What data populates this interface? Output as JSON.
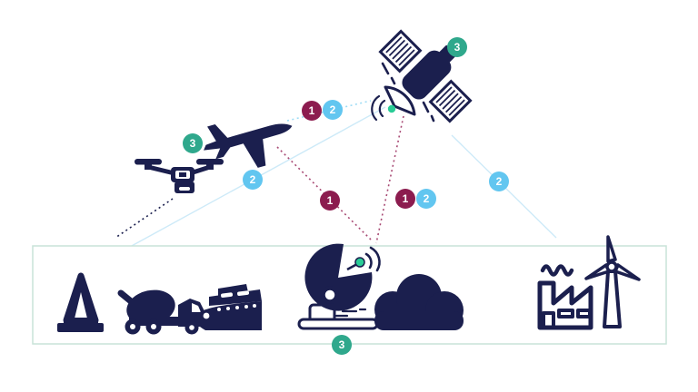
{
  "colors": {
    "navy": "#1b1f4e",
    "maroon": "#8c1c4f",
    "sky": "#62c6f0",
    "green": "#2fa88c",
    "green-dot": "#29cc96",
    "pale-line": "#cdeaf8",
    "sky-dot-line": "#9ddcf5",
    "maroon-dot-line": "#a84a74",
    "box-border": "#c9e3d9"
  },
  "badges": [
    {
      "id": "drone-segment",
      "label": "3",
      "type": "green"
    },
    {
      "id": "airplane-satellite-1",
      "label": "1",
      "type": "maroon"
    },
    {
      "id": "airplane-satellite-2",
      "label": "2",
      "type": "sky"
    },
    {
      "id": "box-satellite-2",
      "label": "2",
      "type": "sky"
    },
    {
      "id": "airplane-groundstation-1",
      "label": "1",
      "type": "maroon"
    },
    {
      "id": "satellite-groundstation-1",
      "label": "1",
      "type": "maroon"
    },
    {
      "id": "satellite-groundstation-2",
      "label": "2",
      "type": "sky"
    },
    {
      "id": "satellite-factory-2",
      "label": "2",
      "type": "sky"
    },
    {
      "id": "satellite-segment",
      "label": "3",
      "type": "green"
    },
    {
      "id": "ground-box-segment",
      "label": "3",
      "type": "green"
    }
  ],
  "icons": [
    "drone",
    "airplane",
    "satellite",
    "bridge-pylon",
    "cement-truck",
    "ship",
    "ground-station",
    "cloud",
    "factory",
    "wind-turbine"
  ],
  "links": [
    {
      "from": "ground-box",
      "to": "drone",
      "style": "navy-dotted"
    },
    {
      "from": "ground-box",
      "to": "satellite",
      "style": "sky-solid",
      "badges": [
        "2"
      ]
    },
    {
      "from": "airplane",
      "to": "satellite",
      "style": "sky-dotted",
      "badges": [
        "1",
        "2"
      ]
    },
    {
      "from": "airplane",
      "to": "ground-station",
      "style": "maroon-dotted",
      "badges": [
        "1"
      ]
    },
    {
      "from": "satellite",
      "to": "ground-station",
      "style": "maroon-dotted",
      "badges": [
        "1",
        "2"
      ]
    },
    {
      "from": "satellite",
      "to": "factory",
      "style": "sky-solid",
      "badges": [
        "2"
      ]
    }
  ]
}
